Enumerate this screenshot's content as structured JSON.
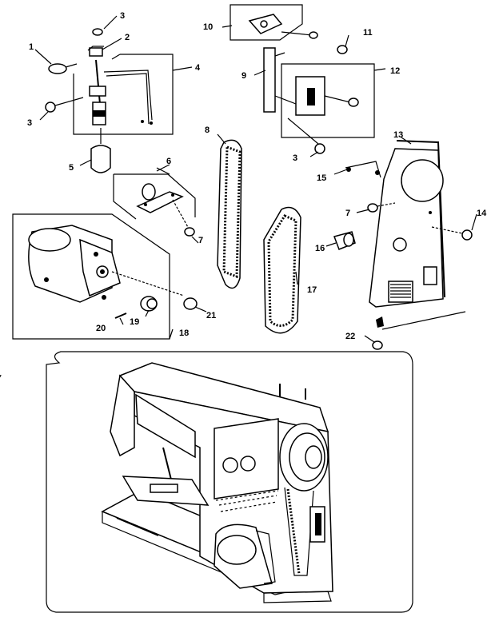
{
  "callouts": [
    {
      "id": "c1",
      "text": "1"
    },
    {
      "id": "c2",
      "text": "2"
    },
    {
      "id": "c3a",
      "text": "3"
    },
    {
      "id": "c3b",
      "text": "3"
    },
    {
      "id": "c3c",
      "text": "3"
    },
    {
      "id": "c4",
      "text": "4"
    },
    {
      "id": "c5",
      "text": "5"
    },
    {
      "id": "c6",
      "text": "6"
    },
    {
      "id": "c7a",
      "text": "7"
    },
    {
      "id": "c7b",
      "text": "7"
    },
    {
      "id": "c8",
      "text": "8"
    },
    {
      "id": "c9",
      "text": "9"
    },
    {
      "id": "c10",
      "text": "10"
    },
    {
      "id": "c11",
      "text": "11"
    },
    {
      "id": "c12",
      "text": "12"
    },
    {
      "id": "c13",
      "text": "13"
    },
    {
      "id": "c14",
      "text": "14"
    },
    {
      "id": "c15",
      "text": "15"
    },
    {
      "id": "c16",
      "text": "16"
    },
    {
      "id": "c17",
      "text": "17"
    },
    {
      "id": "c18",
      "text": "18"
    },
    {
      "id": "c19",
      "text": "19"
    },
    {
      "id": "c20",
      "text": "20"
    },
    {
      "id": "c21",
      "text": "21"
    },
    {
      "id": "c22",
      "text": "22"
    }
  ]
}
